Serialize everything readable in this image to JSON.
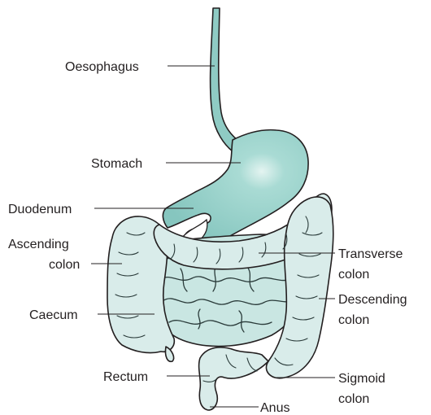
{
  "labels": {
    "oesophagus": "Oesophagus",
    "stomach": "Stomach",
    "duodenum": "Duodenum",
    "ascending_1": "Ascending",
    "ascending_2": "colon",
    "caecum": "Caecum",
    "rectum": "Rectum",
    "anus": "Anus",
    "transverse_1": "Transverse",
    "transverse_2": "colon",
    "descending_1": "Descending",
    "descending_2": "colon",
    "sigmoid_1": "Sigmoid",
    "sigmoid_2": "colon"
  },
  "colors": {
    "stomach": "#8fcbc4",
    "small_intestine": "#c9e6e2",
    "colon": "#d9ecea",
    "outline": "#231f20"
  }
}
